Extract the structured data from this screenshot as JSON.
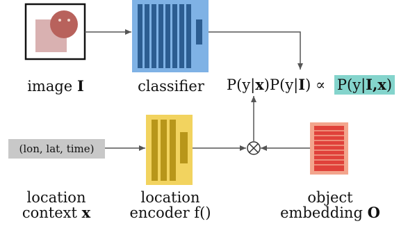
{
  "inputs": {
    "image_label": "image",
    "image_symbol": "I",
    "context_value": "(lon, lat, time)",
    "context_label_line1": "location",
    "context_label_line2": "context",
    "context_symbol": "x"
  },
  "modules": {
    "classifier_label": "classifier",
    "encoder_label_line1": "location",
    "encoder_label_line2": "encoder f()",
    "embedding_label_line1": "object",
    "embedding_label_line2": "embedding",
    "embedding_symbol": "O"
  },
  "formula": {
    "p1_prefix": "P(y|",
    "p1_symbol": "x",
    "p1_mid": ")P(y|",
    "p2_symbol": "I",
    "p2_suffix": ")",
    "proportional": "∝",
    "rhs_prefix": "P(y|",
    "rhs_symbol": "I,x",
    "rhs_suffix": ")"
  },
  "operators": {
    "combine_icon": "circled-times-icon"
  },
  "colors": {
    "classifier_bg": "#7fb2e5",
    "classifier_bars": "#2c5d91",
    "encoder_bg": "#f2d35f",
    "encoder_bars": "#b8961a",
    "embedding_bg": "#f3a58d",
    "embedding_bars": "#e0413a",
    "result_highlight": "#84d4cc",
    "context_bg": "#c8c8c8"
  }
}
